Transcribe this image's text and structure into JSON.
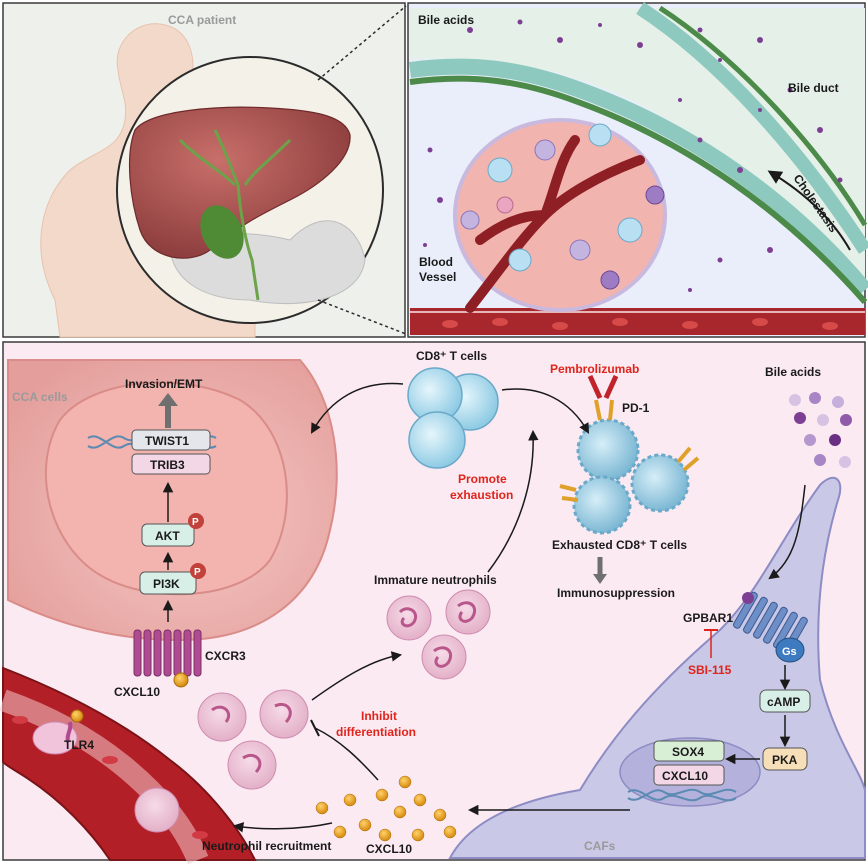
{
  "top_left": {
    "patient_label": "CCA patient"
  },
  "top_right": {
    "bile_acids": "Bile acids",
    "bile_duct": "Bile duct",
    "cholestasis": "Cholestasis",
    "blood_vessel_line1": "Blood",
    "blood_vessel_line2": "Vessel"
  },
  "bottom": {
    "cca_cells": "CCA cells",
    "invasion": "Invasion/EMT",
    "twist1": "TWIST1",
    "trib3": "TRIB3",
    "akt": "AKT",
    "pi3k": "PI3K",
    "phospho": "P",
    "cxcr3": "CXCR3",
    "cxcl10_receptor": "CXCL10",
    "tlr4": "TLR4",
    "cd8_t_cells": "CD8⁺ T cells",
    "pembrolizumab": "Pembrolizumab",
    "pd1": "PD-1",
    "promote_exhaustion_1": "Promote",
    "promote_exhaustion_2": "exhaustion",
    "exhausted_cd8": "Exhausted CD8⁺ T cells",
    "immunosuppression": "Immunosuppression",
    "immature_neutrophils": "Immature neutrophils",
    "inhibit_differentiation_1": "Inhibit",
    "inhibit_differentiation_2": "differentiation",
    "neutrophil_recruitment": "Neutrophil recruitment",
    "cxcl10_secreted": "CXCL10",
    "bile_acids": "Bile acids",
    "gpbar1": "GPBAR1",
    "gs": "Gs",
    "sbi115": "SBI-115",
    "camp": "cAMP",
    "pka": "PKA",
    "sox4": "SOX4",
    "cxcl10_gene": "CXCL10",
    "cafs": "CAFs"
  },
  "colors": {
    "red_text": "#e0241b",
    "panel_border": "#3a3a3a",
    "bottom_bg": "#fbeaf2",
    "caf_fill": "#c9c8e6",
    "cca_cell_fill": "#f0b9b6",
    "tcell_fill": "#a9d8ec",
    "bile_acid_purple": "#7d3f93",
    "cxcl10_gold": "#e0a12a",
    "vessel_red": "#9e1c22"
  }
}
